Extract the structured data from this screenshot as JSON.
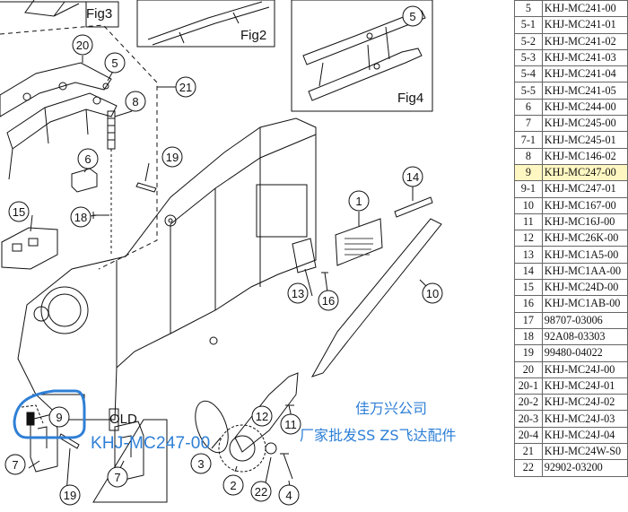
{
  "figure_labels": {
    "fig2": "Fig2",
    "fig3": "Fig3",
    "fig4": "Fig4"
  },
  "callouts": {
    "c1": "1",
    "c2": "2",
    "c3": "3",
    "c4": "4",
    "c5a": "5",
    "c5b": "5",
    "c6": "6",
    "c7a": "7",
    "c7b": "7",
    "c8": "8",
    "c9": "9",
    "c10": "10",
    "c11": "11",
    "c12": "12",
    "c13": "13",
    "c14": "14",
    "c15": "15",
    "c16": "16",
    "c18": "18",
    "c19a": "19",
    "c19b": "19",
    "c20": "20",
    "c21": "21",
    "c22": "22"
  },
  "old_label": "OLD",
  "highlight": {
    "part_code": "KHJ-MC247-00",
    "color": "#2e7fd6"
  },
  "vendor": {
    "name": "佳万兴公司",
    "description": "厂家批发SS ZS飞达配件"
  },
  "parts_table": {
    "rows": [
      {
        "no": "5",
        "part": "KHJ-MC241-00"
      },
      {
        "no": "5-1",
        "part": "KHJ-MC241-01"
      },
      {
        "no": "5-2",
        "part": "KHJ-MC241-02"
      },
      {
        "no": "5-3",
        "part": "KHJ-MC241-03"
      },
      {
        "no": "5-4",
        "part": "KHJ-MC241-04"
      },
      {
        "no": "5-5",
        "part": "KHJ-MC241-05"
      },
      {
        "no": "6",
        "part": "KHJ-MC244-00"
      },
      {
        "no": "7",
        "part": "KHJ-MC245-00"
      },
      {
        "no": "7-1",
        "part": "KHJ-MC245-01"
      },
      {
        "no": "8",
        "part": "KHJ-MC146-02"
      },
      {
        "no": "9",
        "part": "KHJ-MC247-00"
      },
      {
        "no": "9-1",
        "part": "KHJ-MC247-01"
      },
      {
        "no": "10",
        "part": "KHJ-MC167-00"
      },
      {
        "no": "11",
        "part": "KHJ-MC16J-00"
      },
      {
        "no": "12",
        "part": "KHJ-MC26K-00"
      },
      {
        "no": "13",
        "part": "KHJ-MC1A5-00"
      },
      {
        "no": "14",
        "part": "KHJ-MC1AA-00"
      },
      {
        "no": "15",
        "part": "KHJ-MC24D-00"
      },
      {
        "no": "16",
        "part": "KHJ-MC1AB-00"
      },
      {
        "no": "17",
        "part": "98707-03006"
      },
      {
        "no": "18",
        "part": "92A08-03303"
      },
      {
        "no": "19",
        "part": "99480-04022"
      },
      {
        "no": "20",
        "part": "KHJ-MC24J-00"
      },
      {
        "no": "20-1",
        "part": "KHJ-MC24J-01"
      },
      {
        "no": "20-2",
        "part": "KHJ-MC24J-02"
      },
      {
        "no": "20-3",
        "part": "KHJ-MC24J-03"
      },
      {
        "no": "20-4",
        "part": "KHJ-MC24J-04"
      },
      {
        "no": "21",
        "part": "KHJ-MC24W-S0"
      },
      {
        "no": "22",
        "part": "92902-03200"
      }
    ],
    "highlighted_row": "9"
  }
}
